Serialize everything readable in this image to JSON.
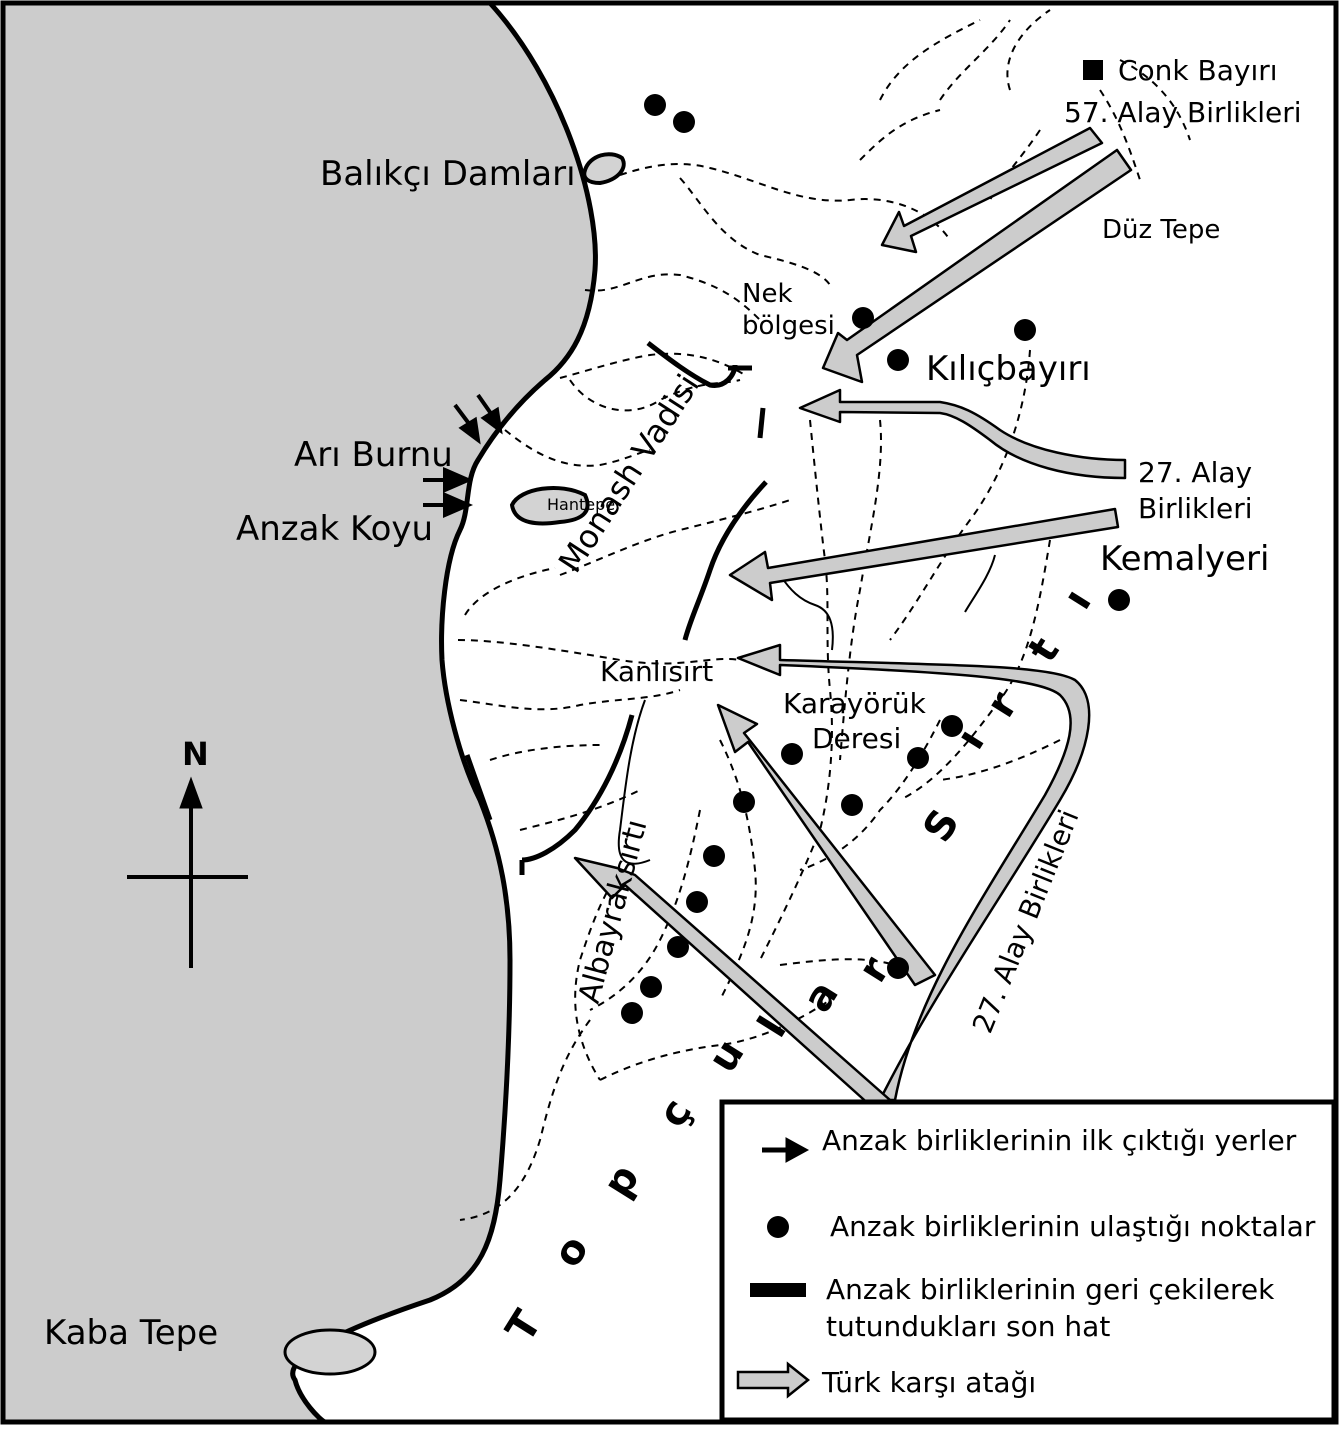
{
  "places": {
    "conk_bayiri": "Conk Bayırı",
    "regiment57": "57. Alay Birlikleri",
    "duz_tepe": "Düz Tepe",
    "balikci_damlari": "Balıkçı Damları",
    "nek_line1": "Nek",
    "nek_line2": "bölgesi",
    "kilicbayiri": "Kılıçbayırı",
    "ari_burnu": "Arı Burnu",
    "anzak_koyu": "Anzak Koyu",
    "hantepe": "Hantepe",
    "monash_vadisi": "Monash Vadisi",
    "regiment27_line1": "27. Alay",
    "regiment27_line2": "Birlikleri",
    "kemalyeri": "Kemalyeri",
    "kanlisirt": "Kanlısırt",
    "karayoruk_line1": "Karayörük",
    "karayoruk_line2": "Deresi",
    "albayraksirti": "Albayraksırtı",
    "regiment27_diag": "27. Alay Birlikleri",
    "kaba_tepe": "Kaba Tepe",
    "north": "N"
  },
  "ridge_letters": [
    "T",
    "o",
    "p",
    "ç",
    "u",
    "l",
    "a",
    "r",
    "S",
    "ı",
    "r",
    "t",
    "ı"
  ],
  "legend": {
    "items": [
      {
        "icon": "landing-arrow-icon",
        "label": "Anzak birliklerinin ilk çıktığı yerler"
      },
      {
        "icon": "reached-point-icon",
        "label": "Anzak birliklerinin ulaştığı noktalar"
      },
      {
        "icon": "last-line-icon",
        "label_line1": "Anzak birliklerinin geri çekilerek",
        "label_line2": "tutundukları son hat"
      },
      {
        "icon": "counterattack-arrow-icon",
        "label": "Türk karşı atağı"
      }
    ]
  },
  "colors": {
    "sea": "#cccccc",
    "counterattack_fill": "#cccccc",
    "ink": "#000000",
    "land": "#ffffff"
  }
}
